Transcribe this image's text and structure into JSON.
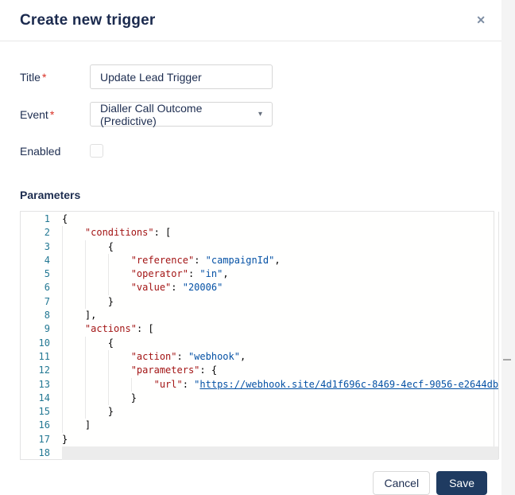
{
  "modal": {
    "title": "Create new trigger",
    "close_icon": "✕"
  },
  "form": {
    "title": {
      "label": "Title",
      "required": "*",
      "value": "Update Lead Trigger"
    },
    "event": {
      "label": "Event",
      "required": "*",
      "value": "Dialler Call Outcome (Predictive)",
      "caret": "▾"
    },
    "enabled": {
      "label": "Enabled",
      "checked": false
    },
    "parameters_label": "Parameters"
  },
  "colors": {
    "accent_navy": "#1f3b61",
    "header_text": "#1b2a4e",
    "required_red": "#d93025",
    "json_key": "#a31515",
    "json_string": "#0451a5",
    "line_number": "#237893",
    "current_line_bg": "#ececec"
  },
  "editor": {
    "lines": [
      {
        "num": "1",
        "guides": [],
        "segments": [
          {
            "t": "{",
            "c": "punct"
          }
        ]
      },
      {
        "num": "2",
        "guides": [
          0
        ],
        "segments": [
          {
            "t": "    ",
            "c": "punct"
          },
          {
            "t": "\"conditions\"",
            "c": "key"
          },
          {
            "t": ": [",
            "c": "punct"
          }
        ]
      },
      {
        "num": "3",
        "guides": [
          0,
          4
        ],
        "segments": [
          {
            "t": "        ",
            "c": "punct"
          },
          {
            "t": "{",
            "c": "punct"
          }
        ]
      },
      {
        "num": "4",
        "guides": [
          0,
          4,
          8
        ],
        "segments": [
          {
            "t": "            ",
            "c": "punct"
          },
          {
            "t": "\"reference\"",
            "c": "key"
          },
          {
            "t": ": ",
            "c": "punct"
          },
          {
            "t": "\"campaignId\"",
            "c": "str"
          },
          {
            "t": ",",
            "c": "punct"
          }
        ]
      },
      {
        "num": "5",
        "guides": [
          0,
          4,
          8
        ],
        "segments": [
          {
            "t": "            ",
            "c": "punct"
          },
          {
            "t": "\"operator\"",
            "c": "key"
          },
          {
            "t": ": ",
            "c": "punct"
          },
          {
            "t": "\"in\"",
            "c": "str"
          },
          {
            "t": ",",
            "c": "punct"
          }
        ]
      },
      {
        "num": "6",
        "guides": [
          0,
          4,
          8
        ],
        "segments": [
          {
            "t": "            ",
            "c": "punct"
          },
          {
            "t": "\"value\"",
            "c": "key"
          },
          {
            "t": ": ",
            "c": "punct"
          },
          {
            "t": "\"20006\"",
            "c": "str"
          }
        ]
      },
      {
        "num": "7",
        "guides": [
          0,
          4
        ],
        "segments": [
          {
            "t": "        ",
            "c": "punct"
          },
          {
            "t": "}",
            "c": "punct"
          }
        ]
      },
      {
        "num": "8",
        "guides": [
          0
        ],
        "segments": [
          {
            "t": "    ",
            "c": "punct"
          },
          {
            "t": "],",
            "c": "punct"
          }
        ]
      },
      {
        "num": "9",
        "guides": [
          0
        ],
        "segments": [
          {
            "t": "    ",
            "c": "punct"
          },
          {
            "t": "\"actions\"",
            "c": "key"
          },
          {
            "t": ": [",
            "c": "punct"
          }
        ]
      },
      {
        "num": "10",
        "guides": [
          0,
          4
        ],
        "segments": [
          {
            "t": "        ",
            "c": "punct"
          },
          {
            "t": "{",
            "c": "punct"
          }
        ]
      },
      {
        "num": "11",
        "guides": [
          0,
          4,
          8
        ],
        "segments": [
          {
            "t": "            ",
            "c": "punct"
          },
          {
            "t": "\"action\"",
            "c": "key"
          },
          {
            "t": ": ",
            "c": "punct"
          },
          {
            "t": "\"webhook\"",
            "c": "str"
          },
          {
            "t": ",",
            "c": "punct"
          }
        ]
      },
      {
        "num": "12",
        "guides": [
          0,
          4,
          8
        ],
        "segments": [
          {
            "t": "            ",
            "c": "punct"
          },
          {
            "t": "\"parameters\"",
            "c": "key"
          },
          {
            "t": ": {",
            "c": "punct"
          }
        ]
      },
      {
        "num": "13",
        "guides": [
          0,
          4,
          8,
          12
        ],
        "segments": [
          {
            "t": "                ",
            "c": "punct"
          },
          {
            "t": "\"url\"",
            "c": "key"
          },
          {
            "t": ": ",
            "c": "punct"
          },
          {
            "t": "\"",
            "c": "str"
          },
          {
            "t": "https://webhook.site/4d1f696c-8469-4ecf-9056-e2644db",
            "c": "link"
          }
        ]
      },
      {
        "num": "14",
        "guides": [
          0,
          4,
          8
        ],
        "segments": [
          {
            "t": "            ",
            "c": "punct"
          },
          {
            "t": "}",
            "c": "punct"
          }
        ]
      },
      {
        "num": "15",
        "guides": [
          0,
          4
        ],
        "segments": [
          {
            "t": "        ",
            "c": "punct"
          },
          {
            "t": "}",
            "c": "punct"
          }
        ]
      },
      {
        "num": "16",
        "guides": [
          0
        ],
        "segments": [
          {
            "t": "    ",
            "c": "punct"
          },
          {
            "t": "]",
            "c": "punct"
          }
        ]
      },
      {
        "num": "17",
        "guides": [],
        "segments": [
          {
            "t": "}",
            "c": "punct"
          }
        ]
      },
      {
        "num": "18",
        "guides": [],
        "current": true,
        "segments": []
      }
    ]
  },
  "footer": {
    "cancel": "Cancel",
    "save": "Save"
  }
}
